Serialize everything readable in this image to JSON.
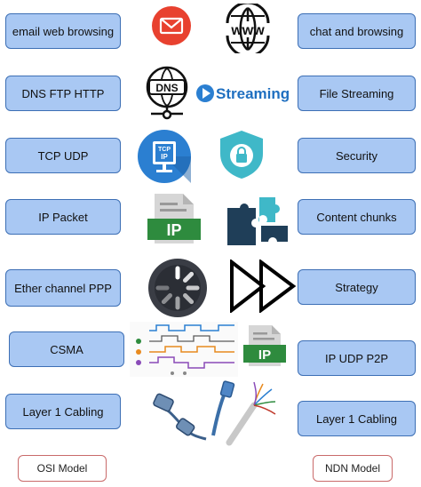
{
  "osi_layers": [
    {
      "label": "email web browsing"
    },
    {
      "label": "DNS FTP  HTTP"
    },
    {
      "label": "TCP UDP"
    },
    {
      "label": "IP  Packet"
    },
    {
      "label": "Ether channel PPP"
    },
    {
      "label": "CSMA"
    },
    {
      "label": "Layer 1 Cabling"
    }
  ],
  "ndn_layers": [
    {
      "label": "chat and browsing"
    },
    {
      "label": "File Streaming"
    },
    {
      "label": "Security"
    },
    {
      "label": "Content chunks"
    },
    {
      "label": "Strategy"
    },
    {
      "label": "IP UDP P2P"
    },
    {
      "label": "Layer 1 Cabling"
    }
  ],
  "icons": {
    "dns_text": "DNS",
    "www_text": "www",
    "streaming_text": "Streaming",
    "tcp_text": "TCP",
    "ip_icon_text": "IP",
    "ip_doc_text": "IP",
    "ip_doc2_text": "IP"
  },
  "legend": {
    "osi": "OSI Model",
    "ndn": "NDN Model"
  },
  "colors": {
    "box_fill": "#a9c8f3",
    "box_border": "#3d6fb5",
    "legend_border": "#c96a6a",
    "mail_red": "#e8412f",
    "tcp_blue": "#2b7fd1",
    "shield_teal": "#3fb8c8",
    "ip_green": "#2e8b3e",
    "puzzle_navy": "#1f3e58"
  }
}
